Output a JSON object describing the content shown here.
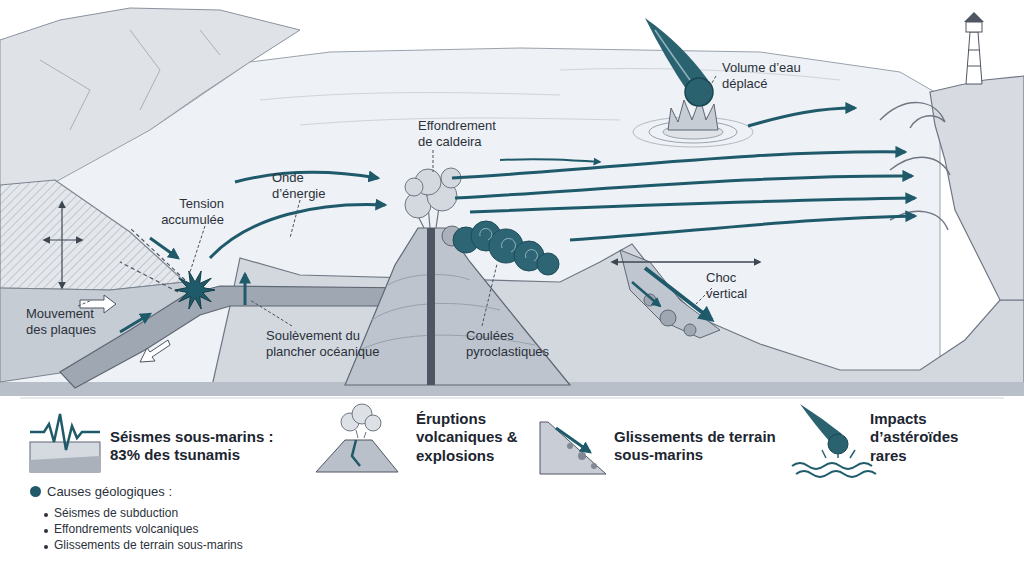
{
  "diagram": {
    "labels": [
      "Volume d’eau déplacé",
      "Effondrement de caldeira",
      "Onde d’énergie",
      "Tension accumulée",
      "Choc vertical",
      "Mouvement des plaques",
      "Soulèvement du plancher océanique",
      "Coulées pyroclastiques",
      "Séismes sous-marins : 83% des tsunamis",
      "Éruptions volcaniques & explosions",
      "Glissements de terrain sous-marins",
      "Impacts d’astéroïdes rares",
      "Séismes de subduction",
      "Effondrements volcaniques",
      "Glissements de terrain sous-marins"
    ],
    "legend": [
      {
        "text": "Causes géologiques :",
        "color": "#1f5a6a"
      }
    ]
  }
}
